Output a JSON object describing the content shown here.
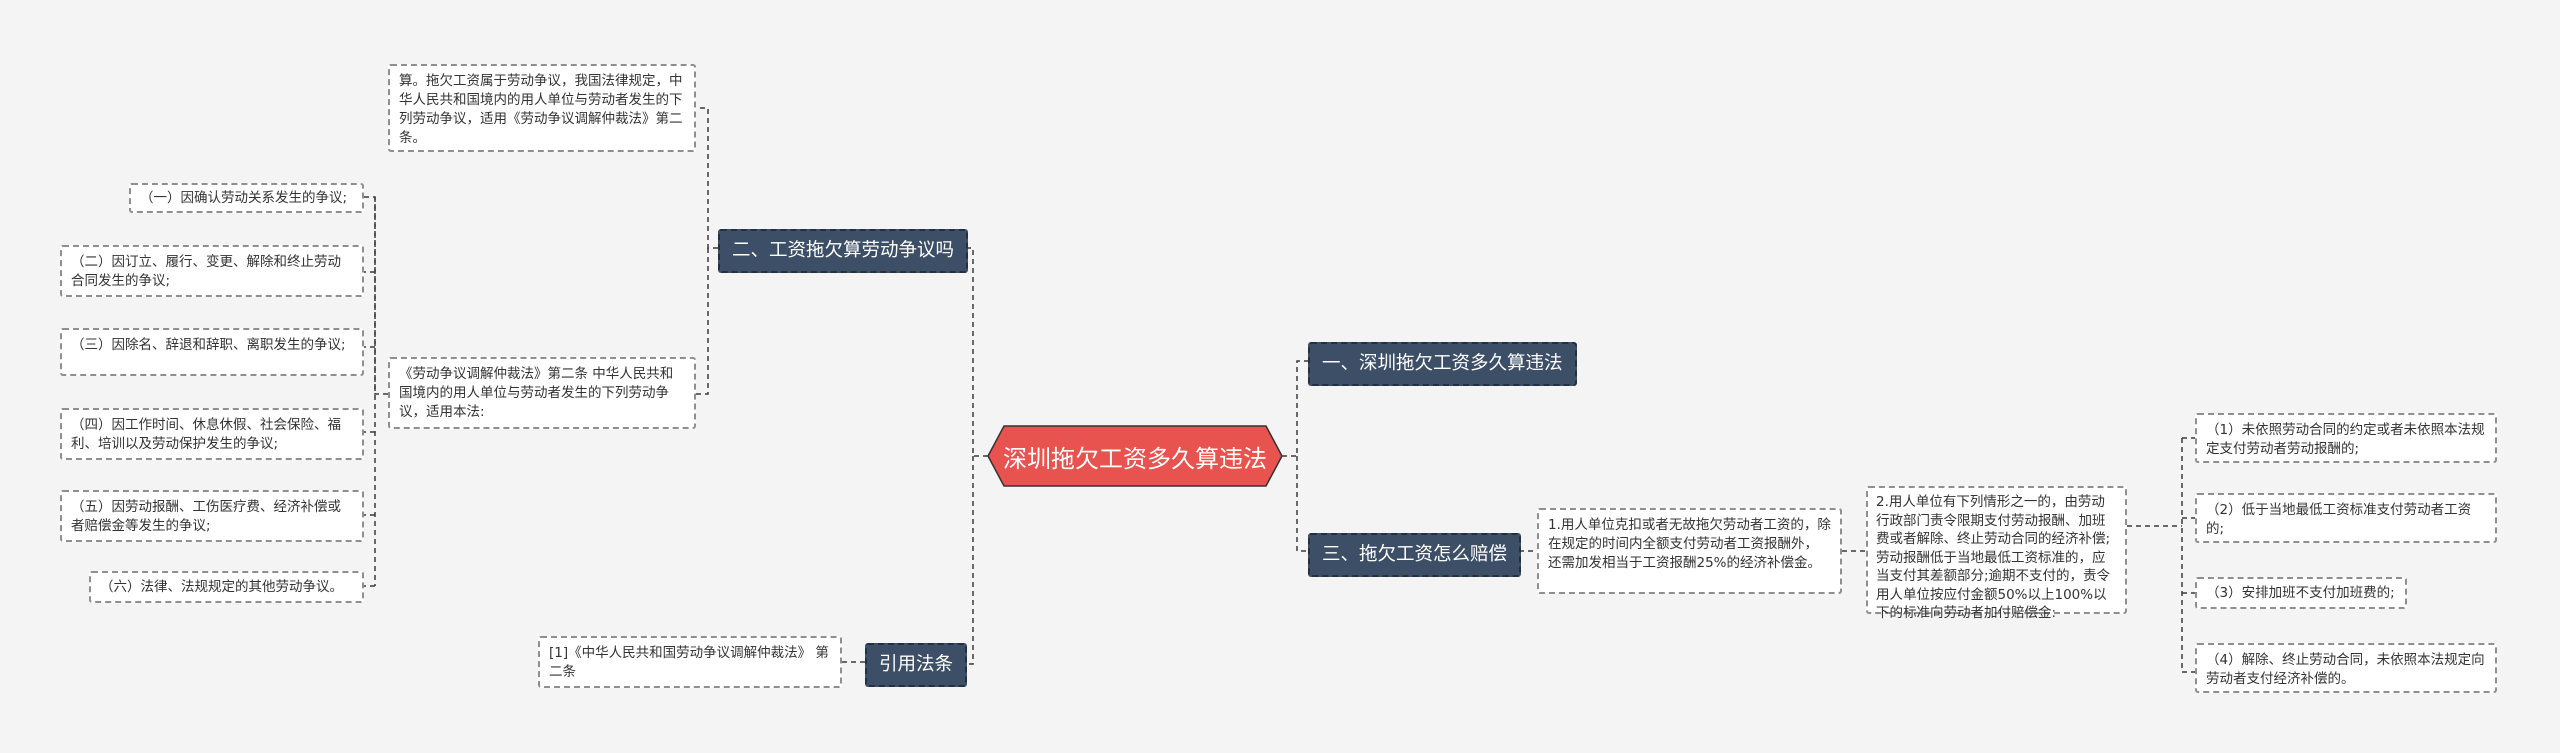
{
  "root": {
    "label": "深圳拖欠工资多久算违法"
  },
  "branches": {
    "b1": {
      "label": "一、深圳拖欠工资多久算违法"
    },
    "b2": {
      "label": "二、工资拖欠算劳动争议吗"
    },
    "b3": {
      "label": "三、拖欠工资怎么赔偿"
    },
    "b4": {
      "label": "引用法条"
    }
  },
  "b2_children": {
    "top_text": "算。拖欠工资属于劳动争议，我国法律规定，中华人民共和国境内的用人单位与劳动者发生的下列劳动争议，适用《劳动争议调解仲裁法》第二条。",
    "law_text": "《劳动争议调解仲裁法》第二条 中华人民共和国境内的用人单位与劳动者发生的下列劳动争议，适用本法:",
    "items": [
      "（一）因确认劳动关系发生的争议;",
      "（二）因订立、履行、变更、解除和终止劳动合同发生的争议;",
      "（三）因除名、辞退和辞职、离职发生的争议;",
      "（四）因工作时间、休息休假、社会保险、福利、培训以及劳动保护发生的争议;",
      "（五）因劳动报酬、工伤医疗费、经济补偿或者赔偿金等发生的争议;",
      "（六）法律、法规规定的其他劳动争议。"
    ]
  },
  "b3_children": {
    "text1": "1.用人单位克扣或者无故拖欠劳动者工资的，除在规定的时间内全额支付劳动者工资报酬外，还需加发相当于工资报酬25%的经济补偿金。",
    "text2": "2.用人单位有下列情形之一的，由劳动行政部门责令限期支付劳动报酬、加班费或者解除、终止劳动合同的经济补偿;劳动报酬低于当地最低工资标准的，应当支付其差额部分;逾期不支付的，责令用人单位按应付金额50%以上100%以下的标准向劳动者加付赔偿金:",
    "items": [
      "（1）未依照劳动合同的约定或者未依照本法规定支付劳动者劳动报酬的;",
      "（2）低于当地最低工资标准支付劳动者工资的;",
      "（3）安排加班不支付加班费的;",
      "（4）解除、终止劳动合同，未依照本法规定向劳动者支付经济补偿的。"
    ]
  },
  "b4_children": {
    "text": "[1]《中华人民共和国劳动争议调解仲裁法》 第二条"
  },
  "colors": {
    "background": "#f4f4f5",
    "root": "#e8524f",
    "branch": "#3d4f66",
    "leaf_border": "#8f8f8f",
    "connector": "#3a3a3a"
  }
}
